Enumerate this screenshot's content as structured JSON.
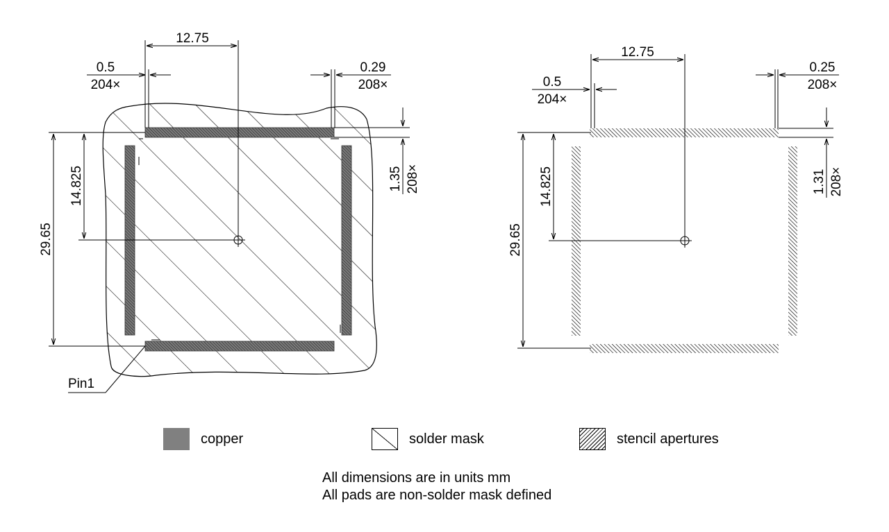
{
  "left_view": {
    "top_pitch_label": "0.5",
    "top_pitch_count": "204×",
    "pad_width_label": "0.29",
    "pad_width_count": "208×",
    "pad_length_label": "1.35",
    "pad_length_count": "208×",
    "half_span_x": "12.75",
    "half_span_y": "14.825",
    "full_span_y": "29.65",
    "pin1_label": "Pin1"
  },
  "right_view": {
    "top_pitch_label": "0.5",
    "top_pitch_count": "204×",
    "aperture_width_label": "0.25",
    "aperture_width_count": "208×",
    "aperture_length_label": "1.31",
    "aperture_length_count": "208×",
    "half_span_x": "12.75",
    "half_span_y": "14.825",
    "full_span_y": "29.65"
  },
  "legend": {
    "copper": "copper",
    "solder_mask": "solder mask",
    "stencil": "stencil apertures"
  },
  "notes": {
    "line1": "All dimensions are in units mm",
    "line2": "All pads are non-solder mask defined"
  },
  "colors": {
    "copper": "#808080",
    "line": "#000000"
  }
}
